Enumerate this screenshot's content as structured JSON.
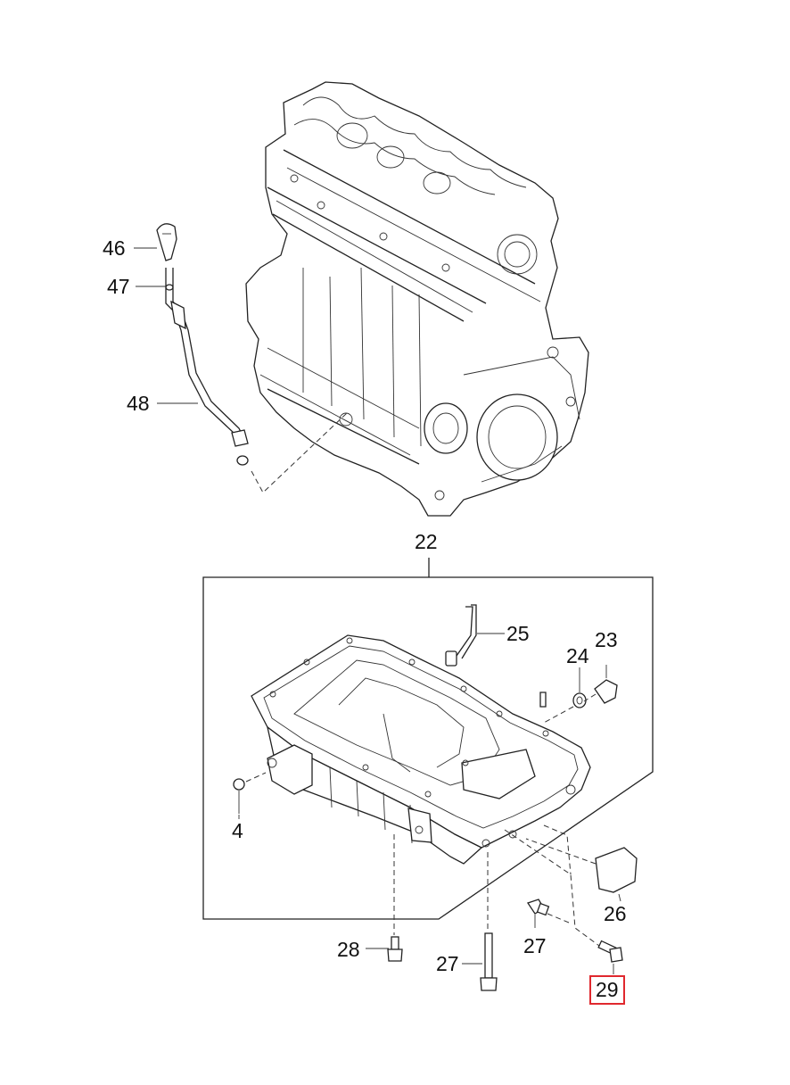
{
  "labels": {
    "p46": "46",
    "p47": "47",
    "p48": "48",
    "p22": "22",
    "p25": "25",
    "p24": "24",
    "p23": "23",
    "p4": "4",
    "p26": "26",
    "p28": "28",
    "p27a": "27",
    "p27b": "27",
    "p29": "29"
  },
  "highlighted_part": "29",
  "colors": {
    "line": "#222222",
    "highlight": "#e0282e",
    "background": "#ffffff"
  }
}
